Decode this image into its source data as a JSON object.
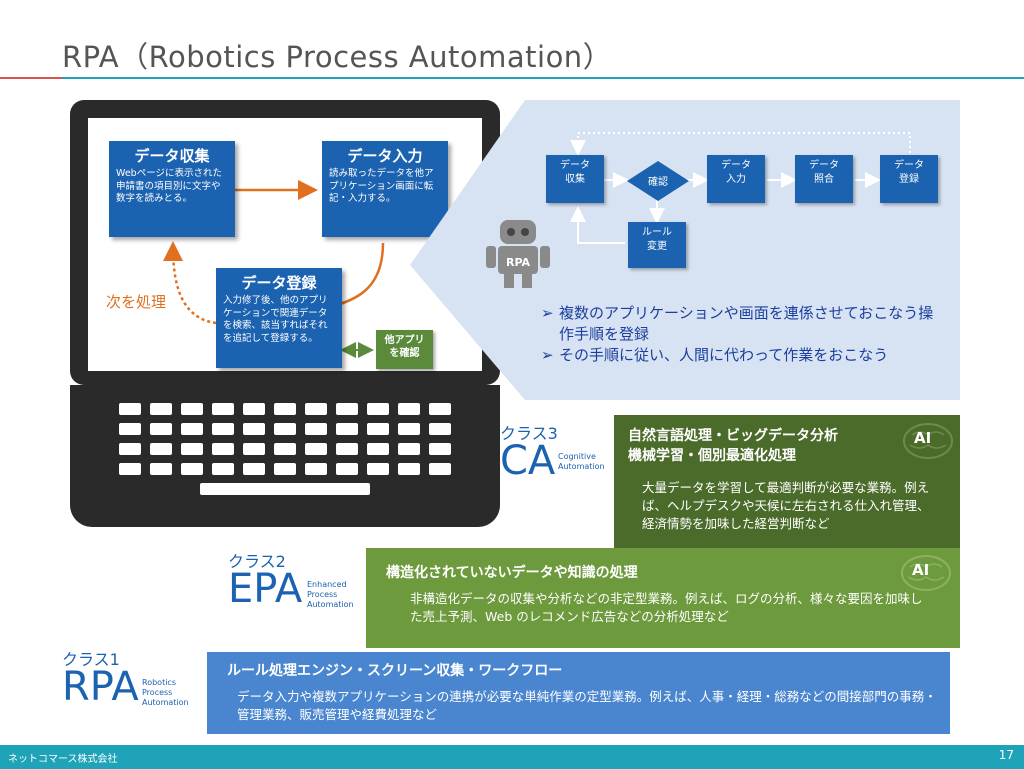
{
  "title": "RPA（Robotics Process Automation）",
  "colors": {
    "accent_blue": "#1b62b0",
    "accent_green": "#6d9a3d",
    "accent_orange": "#e07020",
    "teal": "#1fa3b8"
  },
  "laptop": {
    "collect": {
      "title": "データ収集",
      "body": "Webページに表示された申請書の項目別に文字や数字を読みとる。"
    },
    "input": {
      "title": "データ入力",
      "body": "読み取ったデータを他アプリケーション画面に転記・入力する。"
    },
    "register": {
      "title": "データ登録",
      "body": "入力修了後、他のアプリケーションで関連データを検索、該当すればそれを追記して登録する。"
    },
    "other_app": {
      "line1": "他アプリ",
      "line2": "を確認"
    },
    "next_label": "次を処理"
  },
  "robot_label": "RPA",
  "flow": {
    "collect": {
      "line1": "データ",
      "line2": "収集"
    },
    "confirm": "確認",
    "input": {
      "line1": "データ",
      "line2": "入力"
    },
    "match": {
      "line1": "データ",
      "line2": "照合"
    },
    "register": {
      "line1": "データ",
      "line2": "登録"
    },
    "rule": {
      "line1": "ルール",
      "line2": "変更"
    }
  },
  "bullets": [
    "複数のアプリケーションや画面を連係させておこなう操作手順を登録",
    "その手順に従い、人間に代わって作業をおこなう"
  ],
  "classes": {
    "c3": {
      "label": "クラス3",
      "abbr": "CA",
      "full1": "Cognitive",
      "full2": "Automation",
      "head1": "自然言語処理・ビッグデータ分析",
      "head2": "機械学習・個別最適化処理",
      "body": "大量データを学習して最適判断が必要な業務。例えば、ヘルプデスクや天候に左右される仕入れ管理、経済情勢を加味した経営判断など",
      "badge": "AI"
    },
    "c2": {
      "label": "クラス2",
      "abbr": "EPA",
      "full1": "Enhanced",
      "full2": "Process",
      "full3": "Automation",
      "head": "構造化されていないデータや知識の処理",
      "body": "非構造化データの収集や分析などの非定型業務。例えば、ログの分析、様々な要因を加味した売上予測、Web のレコメンド広告などの分析処理など",
      "badge": "AI"
    },
    "c1": {
      "label": "クラス1",
      "abbr": "RPA",
      "full1": "Robotics",
      "full2": "Process",
      "full3": "Automation",
      "head": "ルール処理エンジン・スクリーン収集・ワークフロー",
      "body": "データ入力や複数アプリケーションの連携が必要な単純作業の定型業務。例えば、人事・経理・総務などの間接部門の事務・管理業務、販売管理や経費処理など"
    }
  },
  "footer": {
    "company": "ネットコマース株式会社",
    "page": "17"
  }
}
